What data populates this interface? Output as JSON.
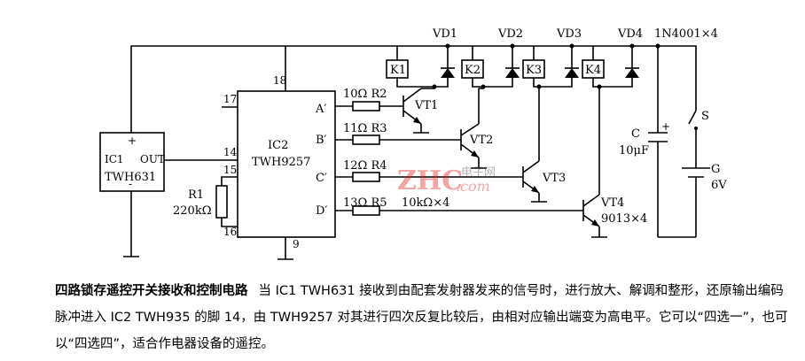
{
  "ic1": {
    "name": "IC1",
    "part": "TWH631",
    "out": "OUT",
    "plus": "+",
    "minus": "-"
  },
  "ic2": {
    "name": "IC2",
    "part": "TWH9257",
    "pins": {
      "p18": "18",
      "p17": "17",
      "p14": "14",
      "p15": "15",
      "p16": "16",
      "p9": "9"
    },
    "outputs": [
      "A′",
      "B′",
      "C′",
      "D′"
    ]
  },
  "r1": {
    "name": "R1",
    "value": "220kΩ"
  },
  "resistors": [
    "10Ω R2",
    "11Ω R3",
    "12Ω R4",
    "13Ω R5"
  ],
  "resistor_note": "10kΩ×4",
  "transistors": [
    "VT1",
    "VT2",
    "VT3",
    "VT4"
  ],
  "transistor_note": "9013×4",
  "relays": [
    "K1",
    "K2",
    "K3",
    "K4"
  ],
  "diodes": [
    "VD1",
    "VD2",
    "VD3",
    "VD4"
  ],
  "diode_note": "1N4001×4",
  "capacitor": {
    "name": "C",
    "value": "10μF",
    "plus": "+"
  },
  "switch": {
    "name": "S"
  },
  "battery": {
    "name": "G",
    "value": "6V"
  },
  "watermark": {
    "main": "ZHC",
    "sub": "电子网",
    "url": ".com"
  },
  "caption": {
    "title": "四路锁存遥控开关接收和控制电路",
    "body": "当 IC1 TWH631 接收到由配套发射器发来的信号时，进行放大、解调和整形，还原输出编码脉冲进入 IC2 TWH935 的脚 14，由 TWH9257 对其进行四次反复比较后，由相对应输出端变为高电平。它可以“四选一”，也可以“四选四”，适合作电器设备的遥控。"
  }
}
